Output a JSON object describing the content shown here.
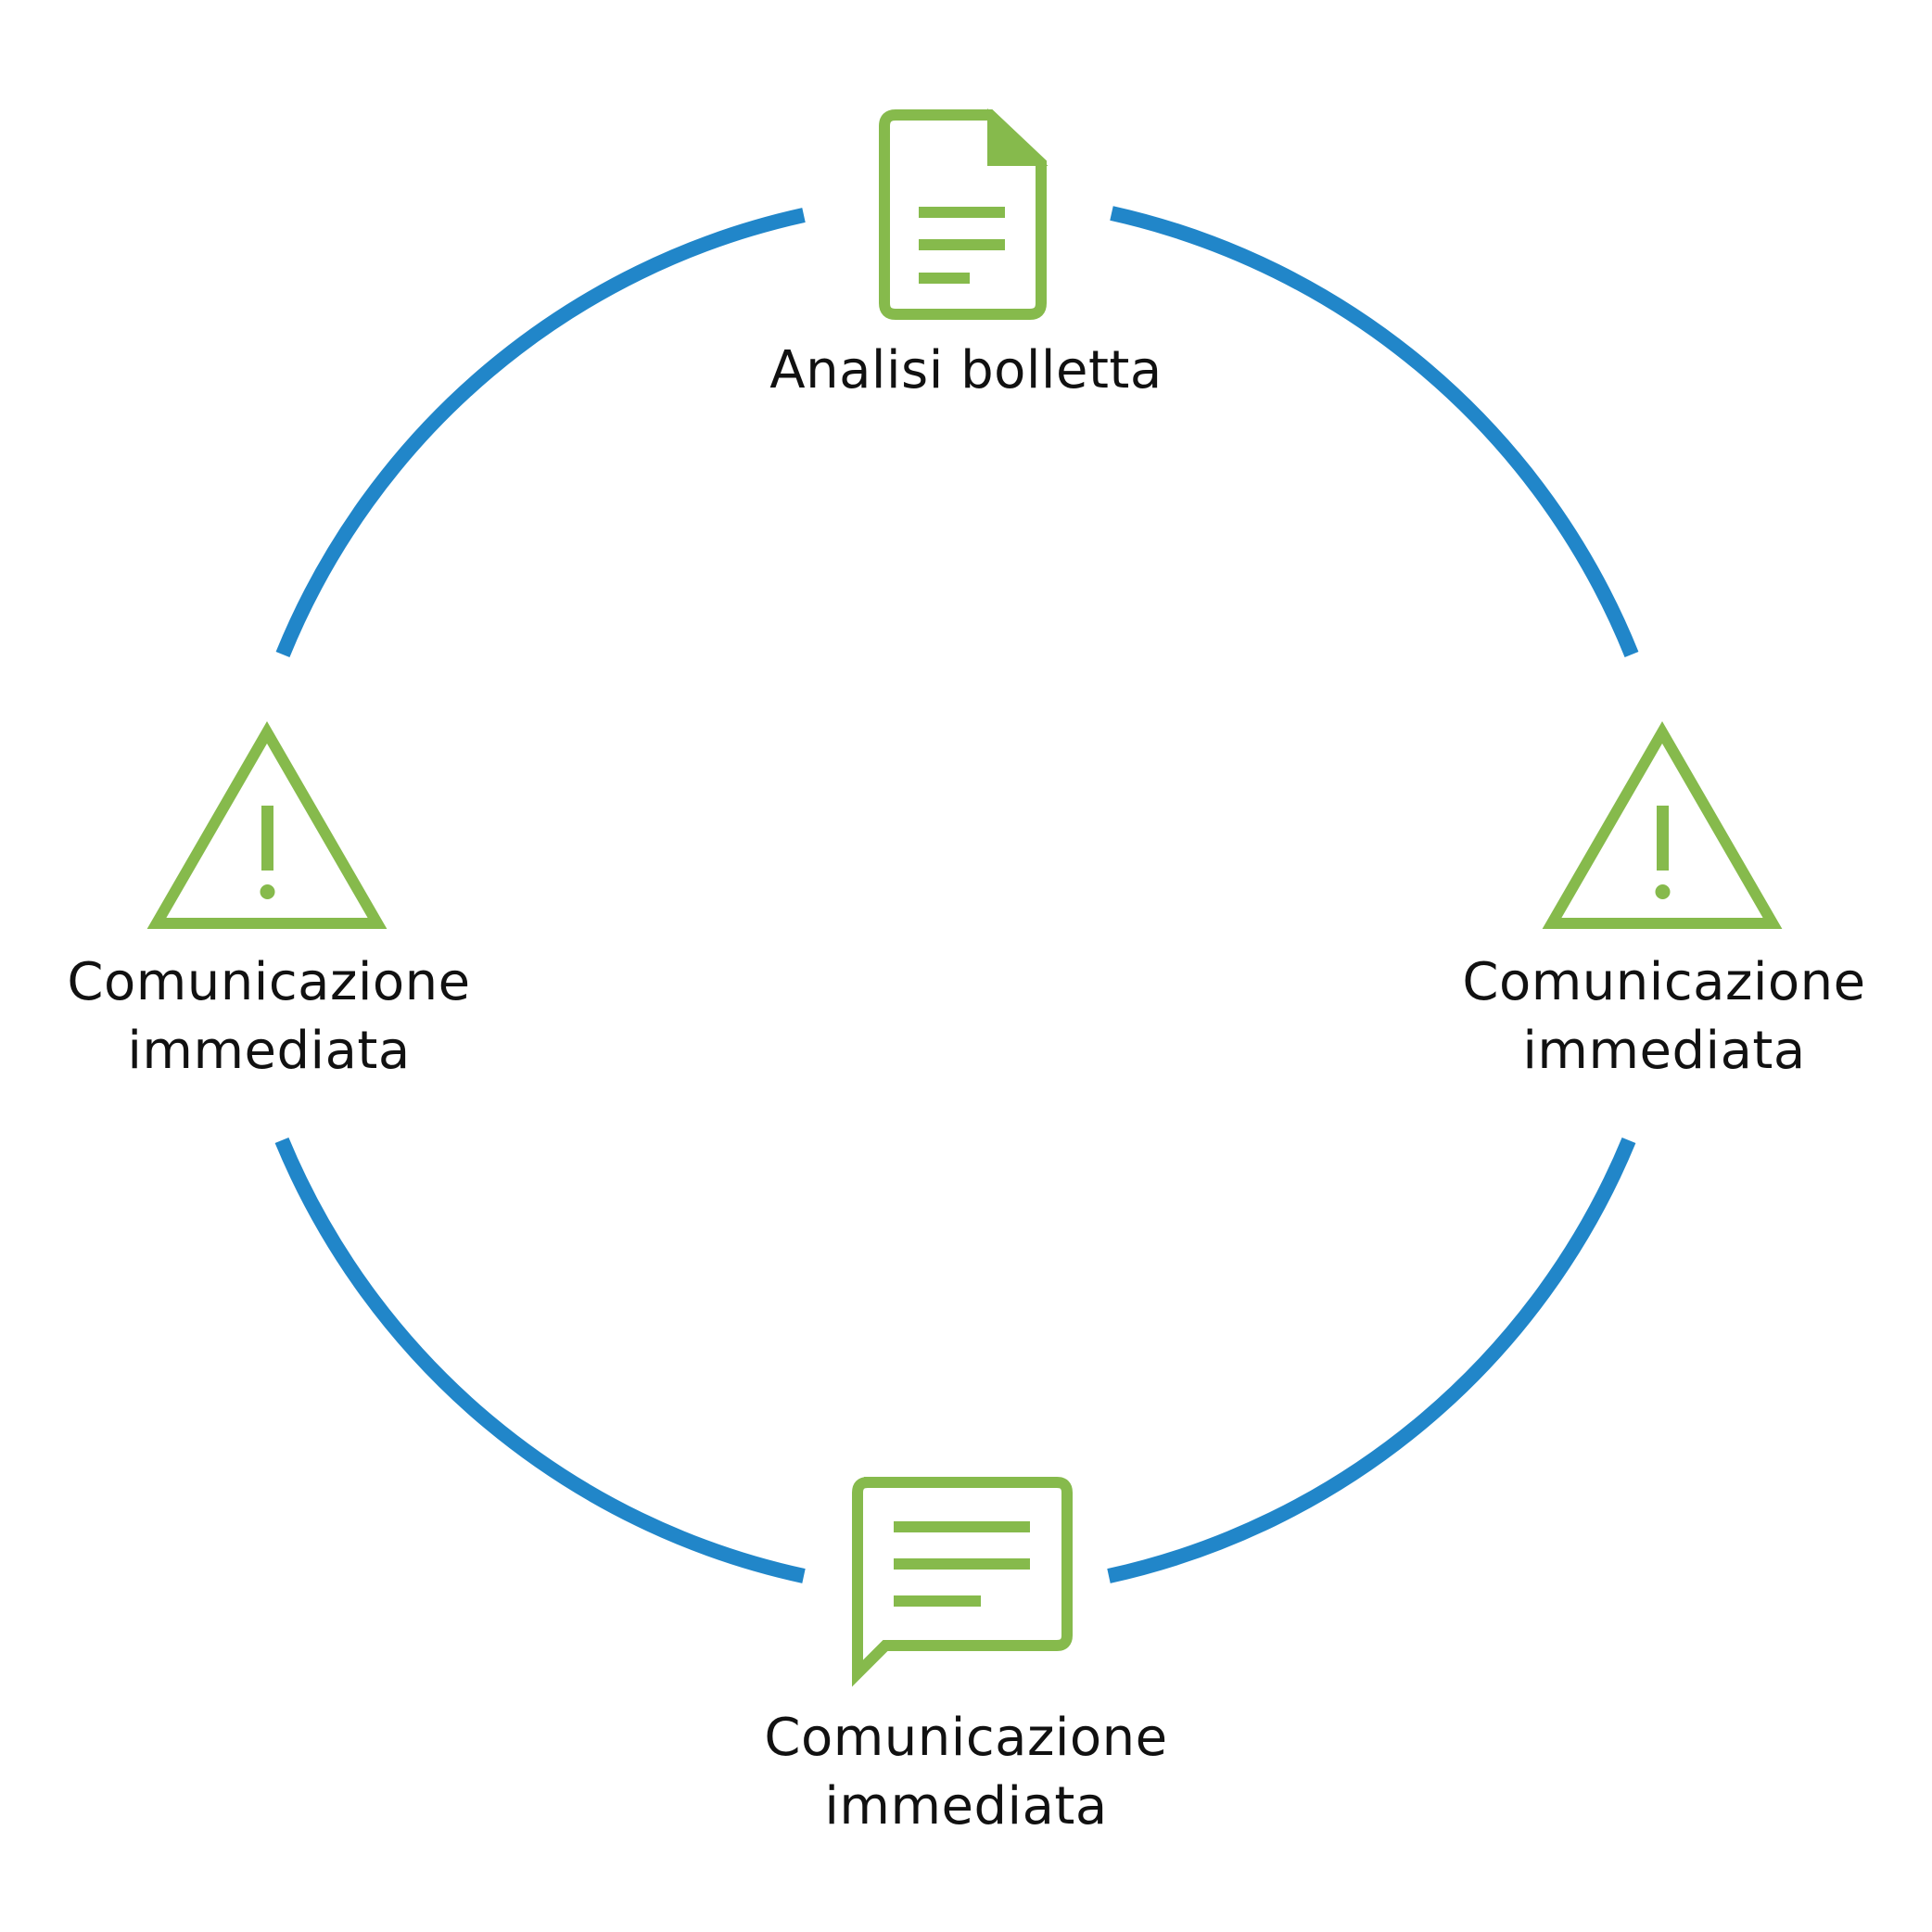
{
  "colors": {
    "cycle_arc": "#2186C9",
    "icon_green": "#86BA4C",
    "label_text": "#111111",
    "background": "#FFFFFF"
  },
  "nodes": {
    "top": {
      "icon": "document-icon",
      "label_line1": "Analisi bolletta"
    },
    "left": {
      "icon": "warning-icon",
      "label_line1": "Comunicazione",
      "label_line2": "immediata"
    },
    "right": {
      "icon": "warning-icon",
      "label_line1": "Comunicazione",
      "label_line2": "immediata"
    },
    "bottom": {
      "icon": "chat-bubble-icon",
      "label_line1": "Comunicazione",
      "label_line2": "immediata"
    }
  }
}
